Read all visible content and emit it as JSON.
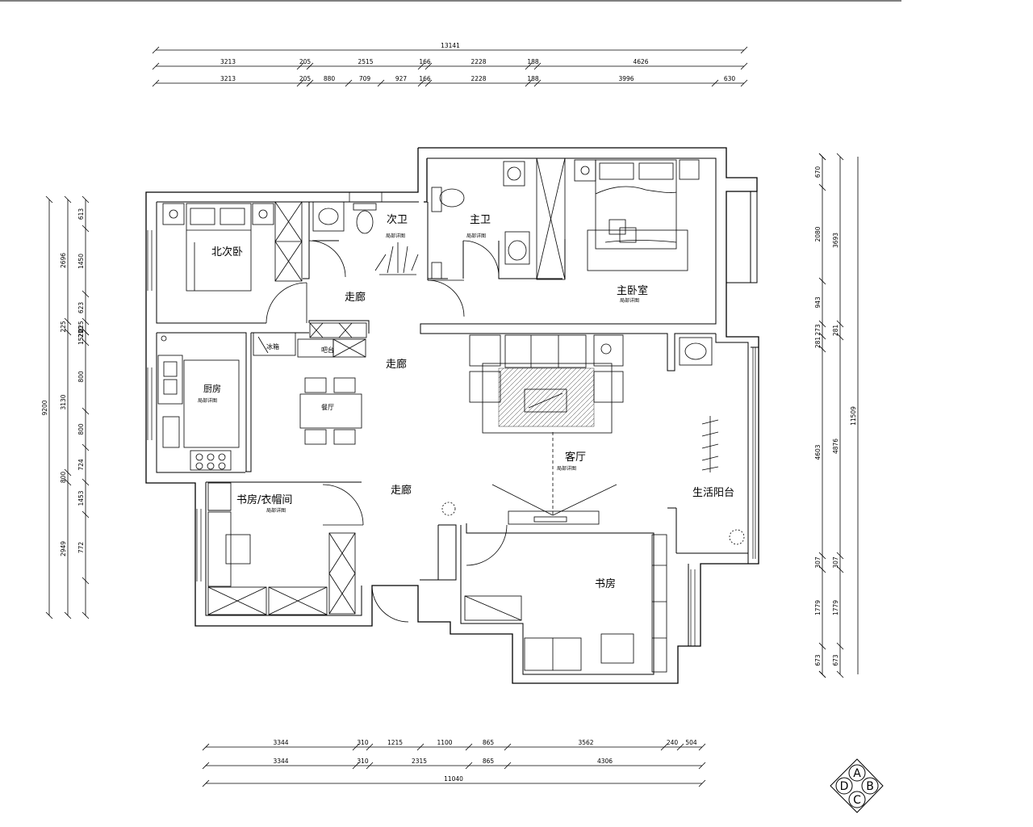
{
  "rooms": {
    "north_bedroom": "北次卧",
    "second_bath": "次卫",
    "second_bath_sub": "局部详图",
    "master_bath": "主卫",
    "master_bath_sub": "局部详图",
    "master_bedroom": "主卧室",
    "master_bedroom_sub": "局部详图",
    "corridor_1": "走廊",
    "corridor_2": "走廊",
    "corridor_3": "走廊",
    "kitchen": "厨房",
    "kitchen_sub": "局部详图",
    "fridge": "冰箱",
    "counter": "吧台",
    "dining": "餐厅",
    "living": "客厅",
    "living_sub": "局部详图",
    "balcony": "生活阳台",
    "study_closet": "书房/衣帽间",
    "study_closet_sub": "局部详图",
    "study": "书房"
  },
  "dimensions": {
    "top_total": "13141",
    "top_row1": [
      "3213",
      "205",
      "2515",
      "166",
      "2228",
      "188",
      "4626"
    ],
    "top_row2": [
      "3213",
      "205",
      "880",
      "709",
      "927",
      "166",
      "2228",
      "188",
      "3996",
      "630"
    ],
    "bottom_total": "11040",
    "bottom_row1": [
      "3344",
      "310",
      "1215",
      "1100",
      "865",
      "3562",
      "240",
      "504"
    ],
    "bottom_row2": [
      "3344",
      "310",
      "2315",
      "865",
      "4306"
    ],
    "left_total": "9200",
    "left_col1": [
      "2696",
      "225",
      "3130",
      "800",
      "2949"
    ],
    "left_col2": [
      "613",
      "1450",
      "623",
      "225",
      "210",
      "1520",
      "800",
      "800",
      "724",
      "1453",
      "772"
    ],
    "right_total": "11509",
    "right_col1": [
      "3693",
      "281",
      "4876",
      "307",
      "1779",
      "673"
    ],
    "right_col2": [
      "670",
      "2080",
      "943",
      "273",
      "281",
      "4603",
      "307",
      "1779",
      "673"
    ]
  },
  "compass": {
    "top": "A",
    "left": "D",
    "right": "B",
    "bottom": "C"
  }
}
